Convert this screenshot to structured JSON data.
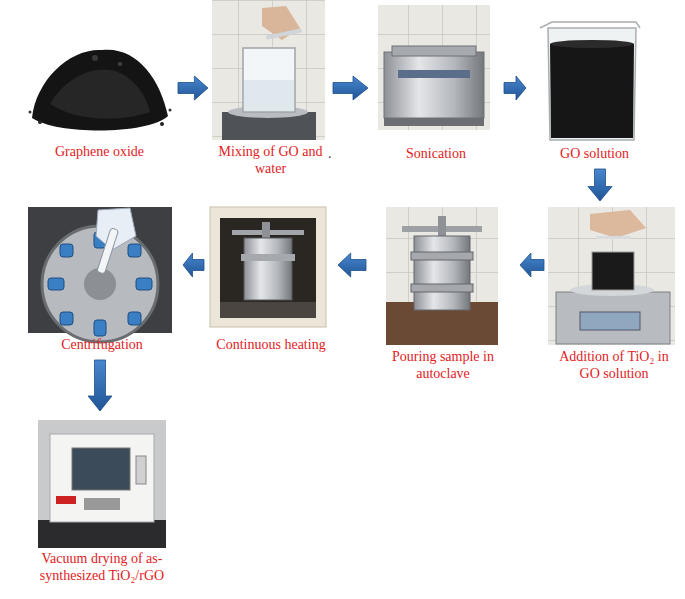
{
  "diagram": {
    "nodes": [
      {
        "text": [
          "Graphene oxide"
        ]
      },
      {
        "text": [
          "Mixing of GO and water"
        ]
      },
      {
        "text": [
          "Sonication"
        ]
      },
      {
        "text": [
          "GO solution"
        ]
      },
      {
        "text": [
          "Addition of TiO₂ in GO solution"
        ]
      },
      {
        "text": [
          "Pouring sample in autoclave"
        ]
      },
      {
        "text": [
          "Continuous heating"
        ]
      },
      {
        "text": [
          "Centrifugation"
        ]
      },
      {
        "text": [
          "Vacuum drying of as-synthesized TiO₂/rGO"
        ]
      }
    ],
    "edges": [
      {
        "from": 0,
        "to": 1,
        "arrow": "to"
      },
      {
        "from": 1,
        "to": 2,
        "arrow": "to"
      },
      {
        "from": 2,
        "to": 3,
        "arrow": "to"
      },
      {
        "from": 3,
        "to": 4,
        "arrow": "to"
      },
      {
        "from": 4,
        "to": 5,
        "arrow": "to"
      },
      {
        "from": 5,
        "to": 6,
        "arrow": "to"
      },
      {
        "from": 6,
        "to": 7,
        "arrow": "to"
      },
      {
        "from": 7,
        "to": 8,
        "arrow": "to"
      }
    ],
    "labels": [
      "."
    ]
  }
}
